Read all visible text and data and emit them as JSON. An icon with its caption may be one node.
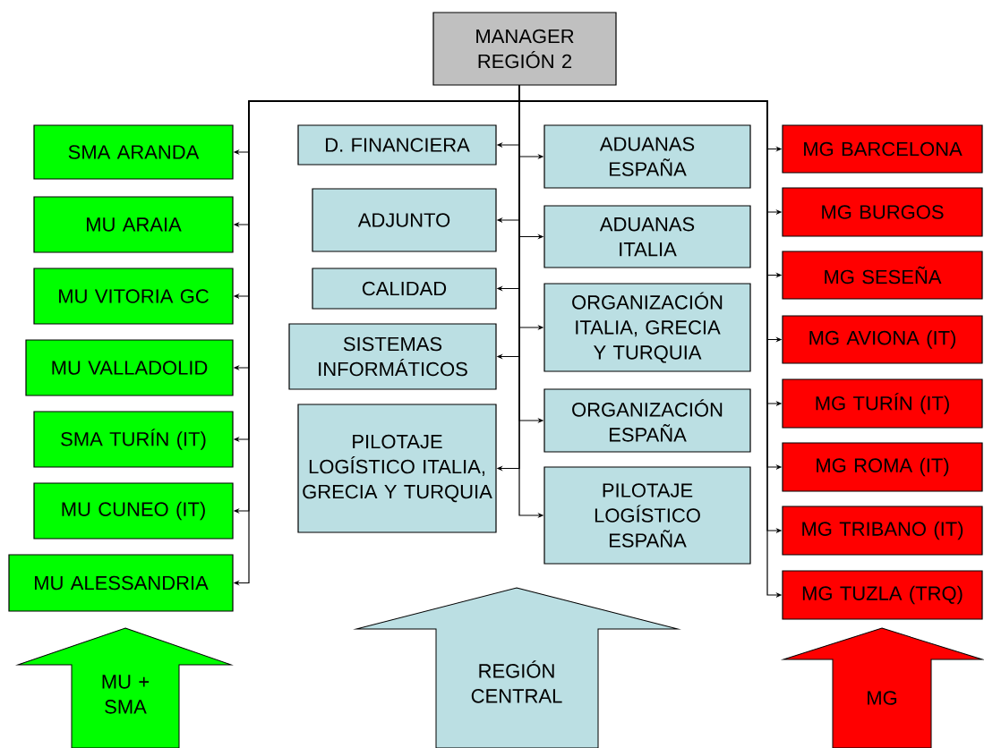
{
  "diagram": {
    "nodes": [
      {
        "text": [
          "MANAGER REGIÓN 2"
        ]
      },
      {
        "text": [
          "SMA ARANDA"
        ]
      },
      {
        "text": [
          "MU ARAIA"
        ]
      },
      {
        "text": [
          "MU VITORIA GC"
        ]
      },
      {
        "text": [
          "MU VALLADOLID"
        ]
      },
      {
        "text": [
          "SMA TURÍN (IT)"
        ]
      },
      {
        "text": [
          "MU CUNEO (IT)"
        ]
      },
      {
        "text": [
          "MU ALESSANDRIA"
        ]
      },
      {
        "text": [
          "D. FINANCIERA"
        ]
      },
      {
        "text": [
          "ADJUNTO"
        ]
      },
      {
        "text": [
          "CALIDAD"
        ]
      },
      {
        "text": [
          "SISTEMAS INFORMÁTICOS"
        ]
      },
      {
        "text": [
          "PILOTAJE LOGÍSTICO ITALIA, GRECIA Y TURQUIA"
        ]
      },
      {
        "text": [
          "ADUANAS ESPAÑA"
        ]
      },
      {
        "text": [
          "ADUANAS ITALIA"
        ]
      },
      {
        "text": [
          "ORGANIZACIÓN ITALIA, GRECIA Y TURQUIA"
        ]
      },
      {
        "text": [
          "ORGANIZACIÓN ESPAÑA"
        ]
      },
      {
        "text": [
          "PILOTAJE LOGÍSTICO ESPAÑA"
        ]
      },
      {
        "text": [
          "MG BARCELONA"
        ]
      },
      {
        "text": [
          "MG BURGOS"
        ]
      },
      {
        "text": [
          "MG SESEÑA"
        ]
      },
      {
        "text": [
          "MG AVIONA (IT)"
        ]
      },
      {
        "text": [
          "MG TURÍN (IT)"
        ]
      },
      {
        "text": [
          "MG ROMA (IT)"
        ]
      },
      {
        "text": [
          "MG TRIBANO (IT)"
        ]
      },
      {
        "text": [
          "MG TUZLA (TRQ)"
        ]
      },
      {
        "text": [
          "MU + SMA"
        ]
      },
      {
        "text": [
          "REGIÓN CENTRAL"
        ]
      },
      {
        "text": [
          "MG"
        ]
      }
    ],
    "edges": [
      {
        "from": 0,
        "to": 1,
        "arrow": "to"
      },
      {
        "from": 0,
        "to": 2,
        "arrow": "to"
      },
      {
        "from": 0,
        "to": 3,
        "arrow": "to"
      },
      {
        "from": 0,
        "to": 4,
        "arrow": "to"
      },
      {
        "from": 0,
        "to": 5,
        "arrow": "to"
      },
      {
        "from": 0,
        "to": 6,
        "arrow": "to"
      },
      {
        "from": 0,
        "to": 7,
        "arrow": "to"
      },
      {
        "from": 0,
        "to": 8,
        "arrow": "to"
      },
      {
        "from": 0,
        "to": 9,
        "arrow": "to"
      },
      {
        "from": 0,
        "to": 10,
        "arrow": "to"
      },
      {
        "from": 0,
        "to": 11,
        "arrow": "to"
      },
      {
        "from": 0,
        "to": 12,
        "arrow": "to"
      },
      {
        "from": 0,
        "to": 13,
        "arrow": "to"
      },
      {
        "from": 0,
        "to": 14,
        "arrow": "to"
      },
      {
        "from": 0,
        "to": 15,
        "arrow": "to"
      },
      {
        "from": 0,
        "to": 16,
        "arrow": "to"
      },
      {
        "from": 0,
        "to": 17,
        "arrow": "to"
      },
      {
        "from": 0,
        "to": 18,
        "arrow": "to"
      },
      {
        "from": 0,
        "to": 19,
        "arrow": "to"
      },
      {
        "from": 0,
        "to": 20,
        "arrow": "to"
      },
      {
        "from": 0,
        "to": 21,
        "arrow": "to"
      },
      {
        "from": 0,
        "to": 22,
        "arrow": "to"
      },
      {
        "from": 0,
        "to": 23,
        "arrow": "to"
      },
      {
        "from": 0,
        "to": 24,
        "arrow": "to"
      },
      {
        "from": 0,
        "to": 25,
        "arrow": "to"
      }
    ]
  }
}
